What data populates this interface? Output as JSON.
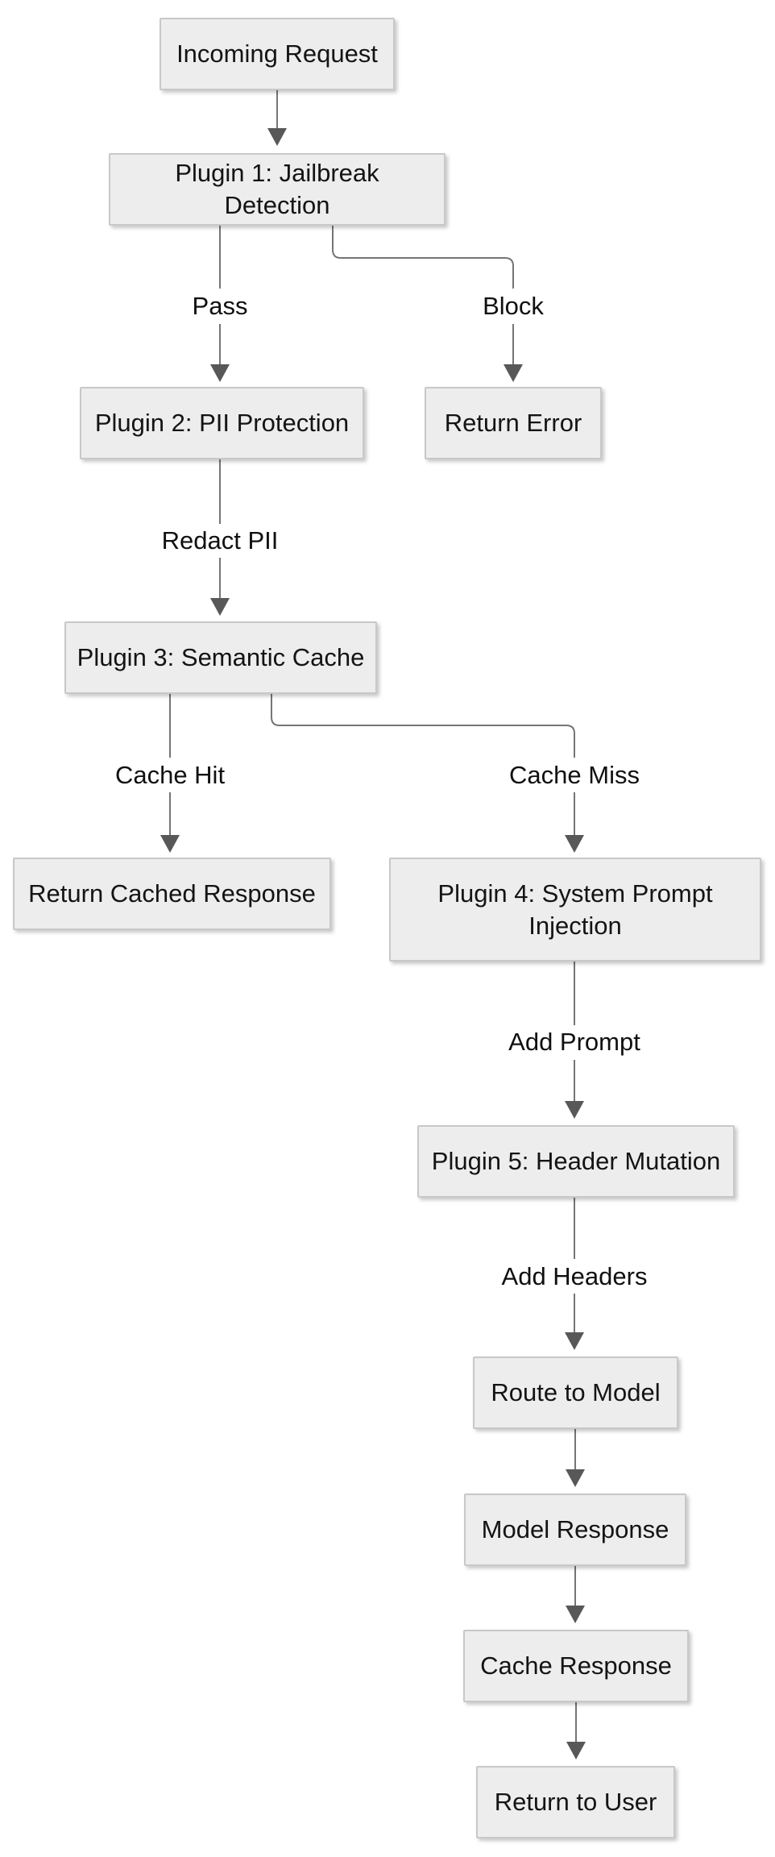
{
  "diagram": {
    "type": "flowchart",
    "direction": "top-down",
    "colors": {
      "background": "#ffffff",
      "node_fill": "#ededed",
      "node_border": "#c8c8c8",
      "node_text": "#141414",
      "edge_line": "#757575",
      "arrowhead": "#585858",
      "edge_label_text": "#101010",
      "edge_label_background": "#ffffff"
    },
    "nodes": {
      "incoming_request": "Incoming Request",
      "plugin1": "Plugin 1: Jailbreak Detection",
      "plugin2": "Plugin 2: PII Protection",
      "return_error": "Return Error",
      "plugin3": "Plugin 3: Semantic Cache",
      "return_cached": "Return Cached Response",
      "plugin4": "Plugin 4: System Prompt Injection",
      "plugin5": "Plugin 5: Header Mutation",
      "route_to_model": "Route to Model",
      "model_response": "Model Response",
      "cache_response": "Cache Response",
      "return_to_user": "Return to User"
    },
    "edge_labels": {
      "pass": "Pass",
      "block": "Block",
      "redact_pii": "Redact PII",
      "cache_hit": "Cache Hit",
      "cache_miss": "Cache Miss",
      "add_prompt": "Add Prompt",
      "add_headers": "Add Headers"
    },
    "edges": [
      {
        "from": "incoming_request",
        "to": "plugin1",
        "label": ""
      },
      {
        "from": "plugin1",
        "to": "plugin2",
        "label": "Pass"
      },
      {
        "from": "plugin1",
        "to": "return_error",
        "label": "Block"
      },
      {
        "from": "plugin2",
        "to": "plugin3",
        "label": "Redact PII"
      },
      {
        "from": "plugin3",
        "to": "return_cached",
        "label": "Cache Hit"
      },
      {
        "from": "plugin3",
        "to": "plugin4",
        "label": "Cache Miss"
      },
      {
        "from": "plugin4",
        "to": "plugin5",
        "label": "Add Prompt"
      },
      {
        "from": "plugin5",
        "to": "route_to_model",
        "label": "Add Headers"
      },
      {
        "from": "route_to_model",
        "to": "model_response",
        "label": ""
      },
      {
        "from": "model_response",
        "to": "cache_response",
        "label": ""
      },
      {
        "from": "cache_response",
        "to": "return_to_user",
        "label": ""
      }
    ]
  }
}
